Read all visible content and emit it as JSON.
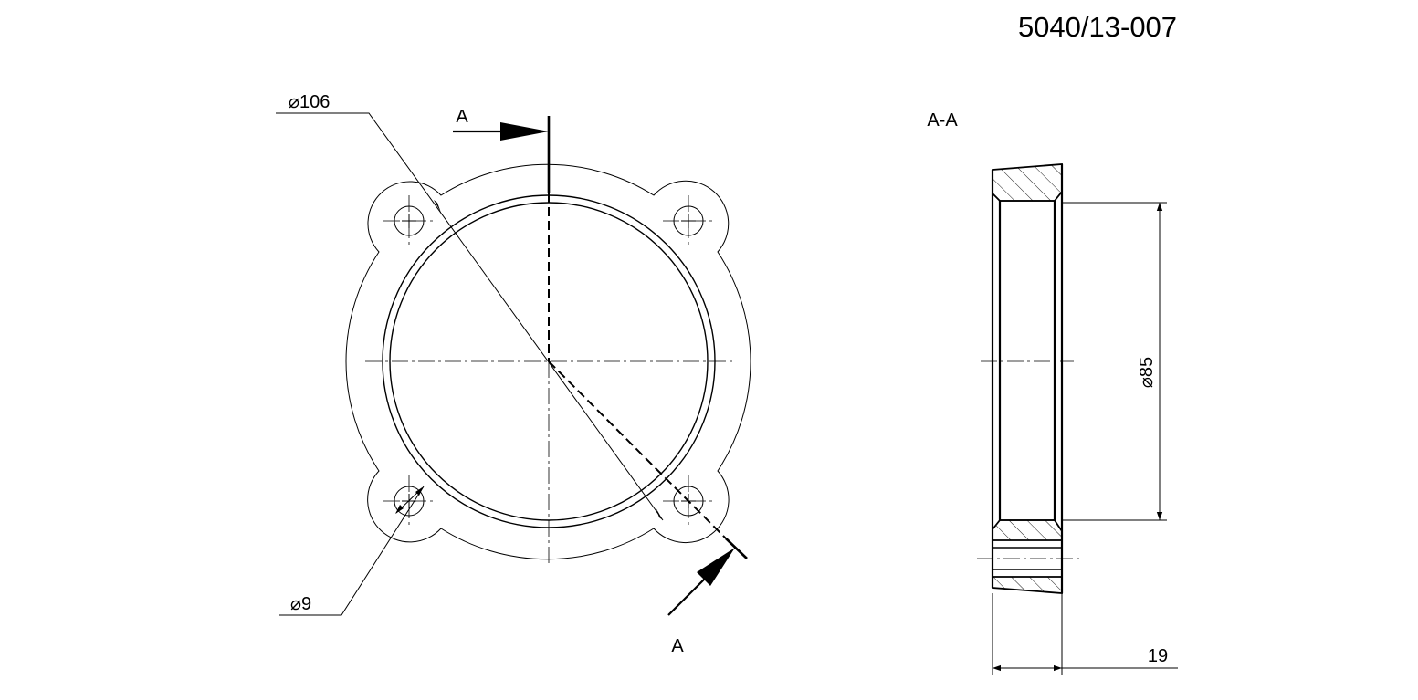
{
  "drawing": {
    "part_number": "5040/13-007",
    "section_label": "A-A",
    "cut_letter_top": "A",
    "cut_letter_bottom": "A",
    "dimensions": {
      "outer_diameter": "106",
      "hole_diameter": "9",
      "bore_diameter": "85",
      "thickness": "19"
    },
    "diameter_symbol": "⌀"
  }
}
